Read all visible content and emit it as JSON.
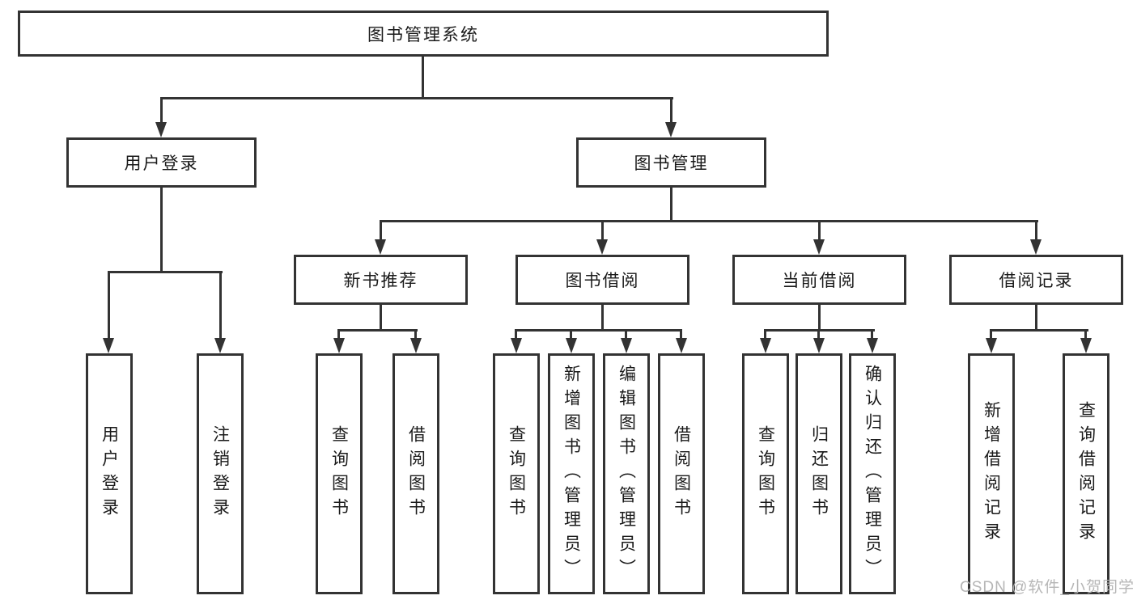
{
  "diagram_title": "图书管理系统",
  "watermark": "CSDN @软件_小贺同学",
  "colors": {
    "line": "#333333",
    "text": "#1a1a1a",
    "watermark": "#b2b2b2",
    "background": "#ffffff"
  },
  "tree": {
    "root": {
      "label": "图书管理系统",
      "children": [
        {
          "label": "用户登录",
          "children": [
            {
              "label": "用户登录"
            },
            {
              "label": "注销登录"
            }
          ]
        },
        {
          "label": "图书管理",
          "children": [
            {
              "label": "新书推荐",
              "children": [
                {
                  "label": "查询图书"
                },
                {
                  "label": "借阅图书"
                }
              ]
            },
            {
              "label": "图书借阅",
              "children": [
                {
                  "label": "查询图书"
                },
                {
                  "label": "新增图书（管理员）"
                },
                {
                  "label": "编辑图书（管理员）"
                },
                {
                  "label": "借阅图书"
                }
              ]
            },
            {
              "label": "当前借阅",
              "children": [
                {
                  "label": "查询图书"
                },
                {
                  "label": "归还图书"
                },
                {
                  "label": "确认归还（管理员）"
                }
              ]
            },
            {
              "label": "借阅记录",
              "children": [
                {
                  "label": "新增借阅记录"
                },
                {
                  "label": "查询借阅记录"
                }
              ]
            }
          ]
        }
      ]
    }
  }
}
